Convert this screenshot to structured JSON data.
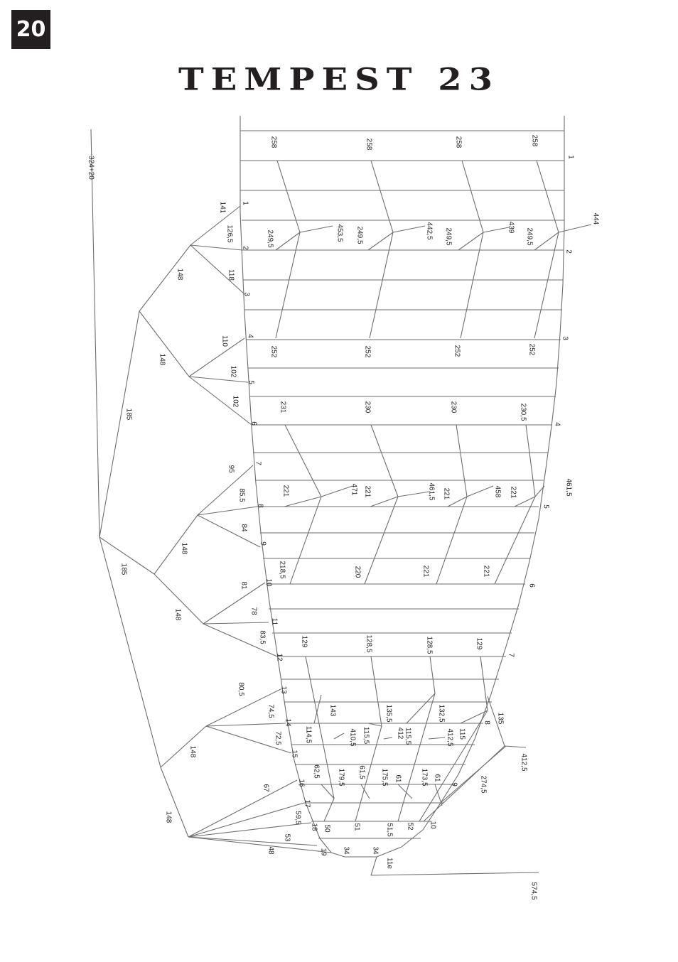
{
  "page_number": "20",
  "title": "TEMPEST 23",
  "colors": {
    "line": "#6d6e71",
    "text": "#231f20",
    "badge": "#231f20"
  },
  "labels": [
    "324+20",
    "258",
    "258",
    "258",
    "258",
    "1",
    "141",
    "1",
    "126,5",
    "249,5",
    "453,5",
    "249,5",
    "442,5",
    "249,5",
    "439",
    "249,5",
    "444",
    "2",
    "2",
    "118",
    "148",
    "3",
    "110",
    "4",
    "252",
    "252",
    "252",
    "252",
    "3",
    "148",
    "102",
    "5",
    "102",
    "185",
    "231",
    "230",
    "230",
    "230,5",
    "6",
    "4",
    "95",
    "7",
    "85,5",
    "221",
    "471",
    "221",
    "461,5",
    "221",
    "458",
    "221",
    "461,5",
    "8",
    "5",
    "84",
    "148",
    "9",
    "185",
    "218,5",
    "220",
    "221",
    "221",
    "81",
    "10",
    "6",
    "78",
    "148",
    "11",
    "83,5",
    "129",
    "128,5",
    "128,5",
    "129",
    "12",
    "7",
    "80,5",
    "13",
    "74,5",
    "143",
    "135,5",
    "132,5",
    "14",
    "114,5",
    "410,5",
    "115,5",
    "412",
    "115,5",
    "412,5",
    "115",
    "135",
    "8",
    "72,5",
    "15",
    "412,5",
    "148",
    "62,5",
    "179,5",
    "61,5",
    "175,5",
    "61",
    "173,5",
    "61",
    "274,5",
    "67",
    "16",
    "9",
    "17",
    "148",
    "59,5",
    "18",
    "50",
    "51",
    "51,5",
    "52",
    "10",
    "53",
    "48",
    "19",
    "34",
    "34",
    "11e",
    "574,5"
  ]
}
